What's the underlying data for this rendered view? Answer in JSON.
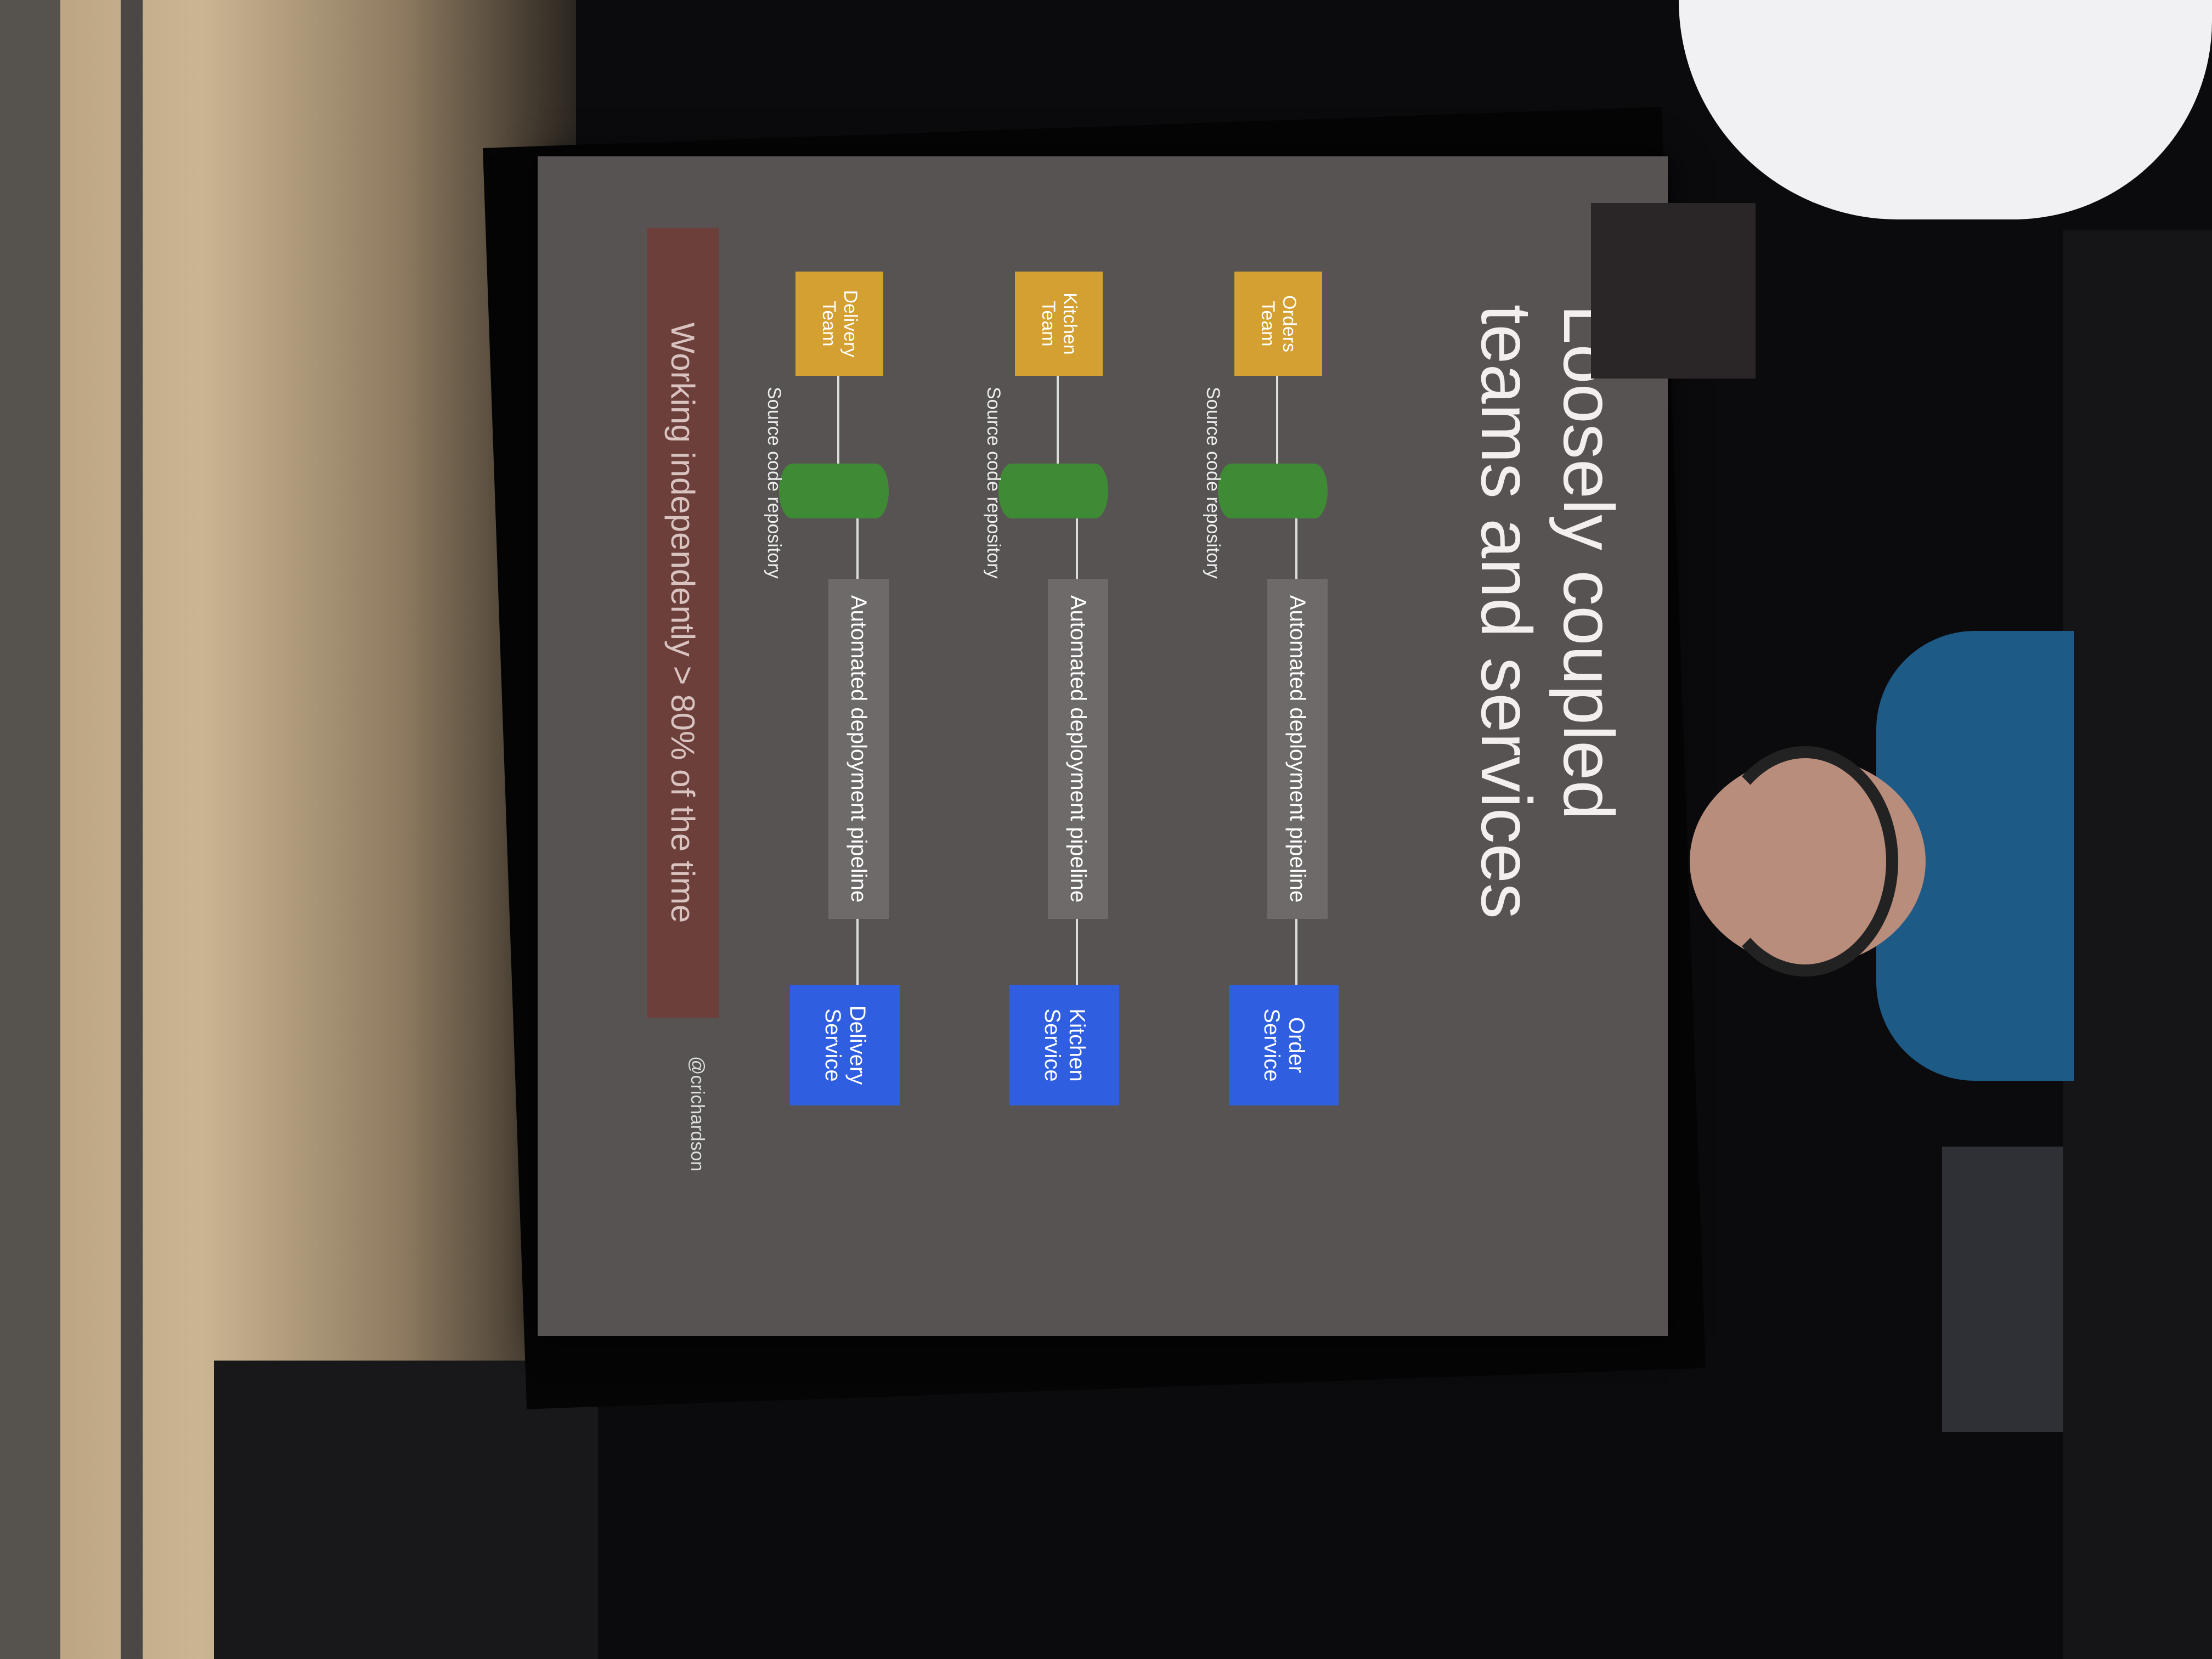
{
  "slide": {
    "title": "Loosely coupled teams and services",
    "rows": [
      {
        "team": "Orders Team",
        "repo_label": "Source code repository",
        "pipeline": "Automated deployment pipeline",
        "service": "Order Service"
      },
      {
        "team": "Kitchen Team",
        "repo_label": "Source code repository",
        "pipeline": "Automated deployment pipeline",
        "service": "Kitchen Service"
      },
      {
        "team": "Delivery Team",
        "repo_label": "Source code repository",
        "pipeline": "Automated deployment pipeline",
        "service": "Delivery Service"
      }
    ],
    "footer": "Working independently > 80% of the time",
    "handle": "@crichardson"
  },
  "colors": {
    "slide_bg": "#575352",
    "team": "#d3a031",
    "repo": "#3f8a35",
    "pipeline": "#6e6a6a",
    "service": "#2f5fe0",
    "footer": "#6d3f3a"
  }
}
